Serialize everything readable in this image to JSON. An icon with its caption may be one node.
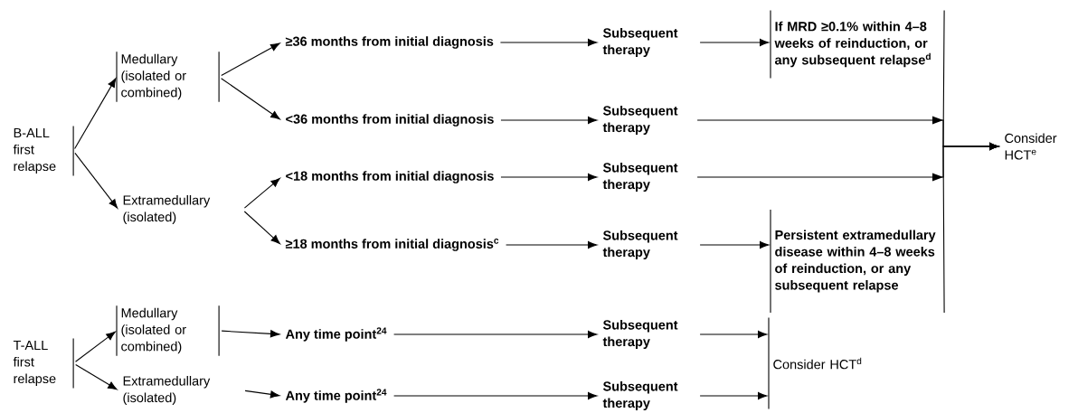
{
  "diagram": {
    "nodes": [
      {
        "text": [
          "B-ALL first relapse"
        ]
      },
      {
        "text": [
          "Medullary (isolated or combined)"
        ]
      },
      {
        "text": [
          "Extramedullary (isolated)"
        ]
      },
      {
        "text": [
          "≥36 months from initial diagnosis"
        ]
      },
      {
        "text": [
          "<36 months from initial diagnosis"
        ]
      },
      {
        "text": [
          "<18 months from initial diagnosis"
        ]
      },
      {
        "text": [
          "≥18 months from initial diagnosis$^{c}$"
        ]
      },
      {
        "text": [
          "Subsequent therapy"
        ]
      },
      {
        "text": [
          "Subsequent therapy"
        ]
      },
      {
        "text": [
          "Subsequent therapy"
        ]
      },
      {
        "text": [
          "Subsequent therapy"
        ]
      },
      {
        "text": [
          "If MRD ≥0.1% within 4–8 weeks of reinduction, or any subsequent relapse$^{d}$"
        ]
      },
      {
        "text": [
          "Persistent extramedullary disease within 4–8 weeks of reinduction, or any subsequent relapse"
        ]
      },
      {
        "text": [
          "Consider HCT$^{e}$"
        ]
      },
      {
        "text": [
          "T-ALL first relapse"
        ]
      },
      {
        "text": [
          "Medullary (isolated or combined)"
        ]
      },
      {
        "text": [
          "Extramedullary (isolated)"
        ]
      },
      {
        "text": [
          "Any time point$^{24}$"
        ]
      },
      {
        "text": [
          "Any time point$^{24}$"
        ]
      },
      {
        "text": [
          "Subsequent therapy"
        ]
      },
      {
        "text": [
          "Subsequent therapy"
        ]
      },
      {
        "text": [
          "Consider HCT$^{d}$"
        ]
      }
    ],
    "edges": [
      {
        "from": 0,
        "to": 1,
        "arrow": "to"
      },
      {
        "from": 0,
        "to": 2,
        "arrow": "to"
      },
      {
        "from": 1,
        "to": 3,
        "arrow": "to"
      },
      {
        "from": 1,
        "to": 4,
        "arrow": "to"
      },
      {
        "from": 2,
        "to": 5,
        "arrow": "to"
      },
      {
        "from": 2,
        "to": 6,
        "arrow": "to"
      },
      {
        "from": 3,
        "to": 7,
        "arrow": "to"
      },
      {
        "from": 4,
        "to": 8,
        "arrow": "to"
      },
      {
        "from": 5,
        "to": 9,
        "arrow": "to"
      },
      {
        "from": 6,
        "to": 10,
        "arrow": "to"
      },
      {
        "from": 7,
        "to": 11,
        "arrow": "to"
      },
      {
        "from": 10,
        "to": 12,
        "arrow": "to"
      },
      {
        "from": 8,
        "to": 13,
        "arrow": "to"
      },
      {
        "from": 9,
        "to": 13,
        "arrow": "to"
      },
      {
        "from": 11,
        "to": 13,
        "arrow": "to"
      },
      {
        "from": 12,
        "to": 13,
        "arrow": "to"
      },
      {
        "from": 14,
        "to": 15,
        "arrow": "to"
      },
      {
        "from": 14,
        "to": 16,
        "arrow": "to"
      },
      {
        "from": 15,
        "to": 17,
        "arrow": "to"
      },
      {
        "from": 16,
        "to": 18,
        "arrow": "to"
      },
      {
        "from": 17,
        "to": 19,
        "arrow": "to"
      },
      {
        "from": 18,
        "to": 20,
        "arrow": "to"
      },
      {
        "from": 19,
        "to": 21,
        "arrow": "to"
      },
      {
        "from": 20,
        "to": 21,
        "arrow": "to"
      }
    ]
  }
}
